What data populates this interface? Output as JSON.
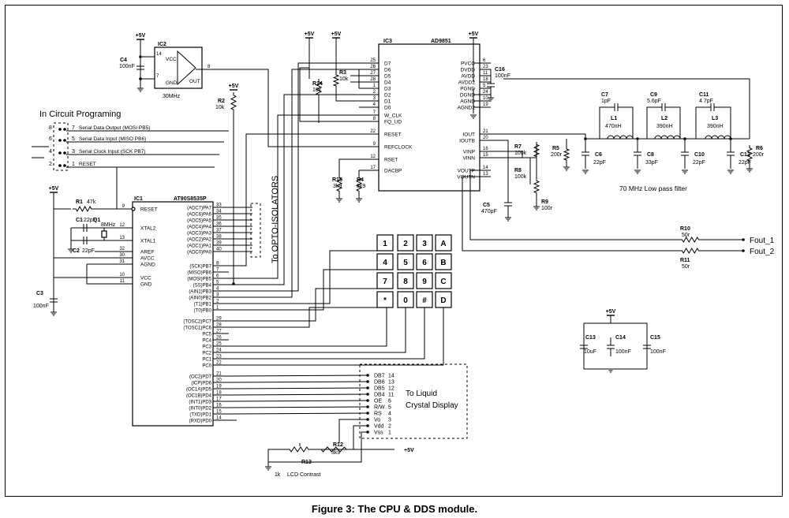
{
  "caption": "Figure 3: The CPU & DDS module.",
  "supply_label": "+5V",
  "ic1": {
    "ref": "IC1",
    "part": "AT90S8535P",
    "left_pins": [
      {
        "name": "RESET",
        "num": "9"
      },
      {
        "name": "XTAL2",
        "num": "12"
      },
      {
        "name": "XTAL1",
        "num": "13"
      },
      {
        "name": "AREF",
        "num": "32"
      },
      {
        "name": "AVCC",
        "num": "30"
      },
      {
        "name": "AGND",
        "num": "31"
      },
      {
        "name": "VCC",
        "num": "10"
      },
      {
        "name": "GND",
        "num": "11"
      }
    ],
    "right_pins": [
      {
        "name": "(ADC7)PA7",
        "num": "33"
      },
      {
        "name": "(ADC6)PA6",
        "num": "34"
      },
      {
        "name": "(ADC5)PA5",
        "num": "35"
      },
      {
        "name": "(ADC4)PA4",
        "num": "36"
      },
      {
        "name": "(ADC3)PA3",
        "num": "37"
      },
      {
        "name": "(ADC2)PA2",
        "num": "38"
      },
      {
        "name": "(ADC1)PA1",
        "num": "39"
      },
      {
        "name": "(ADC0)PA0",
        "num": "40"
      },
      {
        "name": "(SCK)PB7",
        "num": "8"
      },
      {
        "name": "(MISO)PB6",
        "num": "7"
      },
      {
        "name": "(MOSI)PB5",
        "num": "6"
      },
      {
        "name": "(SS)PB4",
        "num": "5"
      },
      {
        "name": "(AIN1)PB3",
        "num": "4"
      },
      {
        "name": "(AIN0)PB2",
        "num": "3"
      },
      {
        "name": "(T1)PB1",
        "num": "2"
      },
      {
        "name": "(T0)PB0",
        "num": "1"
      },
      {
        "name": "(TOSC2)PC7",
        "num": "29"
      },
      {
        "name": "(TOSC1)PC6",
        "num": "28"
      },
      {
        "name": "PC5",
        "num": "27"
      },
      {
        "name": "PC4",
        "num": "26"
      },
      {
        "name": "PC3",
        "num": "25"
      },
      {
        "name": "PC2",
        "num": "24"
      },
      {
        "name": "PC1",
        "num": "23"
      },
      {
        "name": "PC0",
        "num": "22"
      },
      {
        "name": "(OC2)PD7",
        "num": "21"
      },
      {
        "name": "(ICP)PD6",
        "num": "20"
      },
      {
        "name": "(OC1A)PD5",
        "num": "19"
      },
      {
        "name": "(OC1B)PD4",
        "num": "18"
      },
      {
        "name": "(INT1)PD3",
        "num": "17"
      },
      {
        "name": "(INT0)PD2",
        "num": "16"
      },
      {
        "name": "(TXD)PD1",
        "num": "15"
      },
      {
        "name": "(RXD)PD0",
        "num": "14"
      }
    ]
  },
  "ic2": {
    "ref": "IC2",
    "freq": "30MHz",
    "pins": [
      {
        "name": "VCC",
        "num": "14"
      },
      {
        "name": "GND",
        "num": "7"
      },
      {
        "name": "OUT",
        "num": "8"
      }
    ]
  },
  "ic3": {
    "ref": "IC3",
    "part": "AD9851",
    "left_pins": [
      {
        "name": "D7",
        "num": "25"
      },
      {
        "name": "D6",
        "num": "26"
      },
      {
        "name": "D5",
        "num": "27"
      },
      {
        "name": "D4",
        "num": "28"
      },
      {
        "name": "D3",
        "num": "1"
      },
      {
        "name": "D2",
        "num": "2"
      },
      {
        "name": "D1",
        "num": "3"
      },
      {
        "name": "D0",
        "num": "4"
      },
      {
        "name": "W_CLK",
        "num": "7"
      },
      {
        "name": "FQ_UD",
        "num": "8"
      },
      {
        "name": "RESET",
        "num": "22"
      },
      {
        "name": "REFCLOCK",
        "num": "9"
      },
      {
        "name": "RSET",
        "num": "12"
      },
      {
        "name": "DACBP",
        "num": "17"
      }
    ],
    "right_pins": [
      {
        "name": "PVCC",
        "num": "6"
      },
      {
        "name": "DVDD",
        "num": "23"
      },
      {
        "name": "AVDD",
        "num": "11"
      },
      {
        "name": "AVDD2",
        "num": "18"
      },
      {
        "name": "PGND",
        "num": "5"
      },
      {
        "name": "DGND",
        "num": "24"
      },
      {
        "name": "AGND",
        "num": "10"
      },
      {
        "name": "AGND2",
        "num": "19"
      },
      {
        "name": "IOUT",
        "num": "21"
      },
      {
        "name": "IOUTB",
        "num": "20"
      },
      {
        "name": "VINP",
        "num": "16"
      },
      {
        "name": "VINN",
        "num": "15"
      },
      {
        "name": "VOUTP",
        "num": "14"
      },
      {
        "name": "VOUTN",
        "num": "13"
      }
    ]
  },
  "components": [
    {
      "ref": "C4",
      "value": "100nF"
    },
    {
      "ref": "R2",
      "value": "10k"
    },
    {
      "ref": "R14",
      "value": "10k"
    },
    {
      "ref": "R3",
      "value": "10k"
    },
    {
      "ref": "C16",
      "value": "100nF"
    },
    {
      "ref": "R1",
      "value": "47k"
    },
    {
      "ref": "C1",
      "value": "22pF"
    },
    {
      "ref": "Q1",
      "value": "8MHz"
    },
    {
      "ref": "C2",
      "value": "22pF"
    },
    {
      "ref": "C3",
      "value": "100nF"
    },
    {
      "ref": "R15",
      "value": "3k9"
    },
    {
      "ref": "R4",
      "value": "3k9"
    },
    {
      "ref": "R7",
      "value": "100k"
    },
    {
      "ref": "R8",
      "value": "100k"
    },
    {
      "ref": "R9",
      "value": "100r"
    },
    {
      "ref": "C5",
      "value": "470pF"
    },
    {
      "ref": "R5",
      "value": "200r"
    },
    {
      "ref": "C6",
      "value": "22pF"
    },
    {
      "ref": "C7",
      "value": "1pF"
    },
    {
      "ref": "L1",
      "value": "470nH"
    },
    {
      "ref": "C8",
      "value": "33pF"
    },
    {
      "ref": "C9",
      "value": "5.6pF"
    },
    {
      "ref": "L2",
      "value": "390nH"
    },
    {
      "ref": "C10",
      "value": "22pF"
    },
    {
      "ref": "C11",
      "value": "4.7pF"
    },
    {
      "ref": "L3",
      "value": "390nH"
    },
    {
      "ref": "C12",
      "value": "22pF"
    },
    {
      "ref": "R6",
      "value": "200r"
    },
    {
      "ref": "R10",
      "value": "50r"
    },
    {
      "ref": "R11",
      "value": "50r"
    },
    {
      "ref": "C13",
      "value": "10uF"
    },
    {
      "ref": "C14",
      "value": "100nF"
    },
    {
      "ref": "C15",
      "value": "100nF"
    },
    {
      "ref": "R12",
      "value": "3k9"
    },
    {
      "ref": "R13",
      "value": "1k"
    }
  ],
  "lcd_contrast_label": "LCD Contrast",
  "filter_label": "70 MHz Low pass filter",
  "isp": {
    "title": "In Circuit Programing",
    "lines": [
      {
        "label": "Serial Data Output (MOSI PB5)",
        "a": "7",
        "b": "8"
      },
      {
        "label": "Serial Data Input (MISO PB6)",
        "a": "5",
        "b": "6"
      },
      {
        "label": "Serial Clock Input (SCK PB7)",
        "a": "3",
        "b": "4"
      },
      {
        "label": "RESET",
        "a": "1",
        "b": "2"
      }
    ]
  },
  "opto_label": "To OPTO-ISOLATORS",
  "keypad": {
    "keys": [
      "1",
      "2",
      "3",
      "A",
      "4",
      "5",
      "6",
      "B",
      "7",
      "8",
      "9",
      "C",
      "*",
      "0",
      "#",
      "D"
    ]
  },
  "lcd": {
    "title_line1": "To Liquid",
    "title_line2": "Crystal Display",
    "pins": [
      {
        "name": "DB7",
        "num": "14"
      },
      {
        "name": "DB6",
        "num": "13"
      },
      {
        "name": "DB5",
        "num": "12"
      },
      {
        "name": "DB4",
        "num": "11"
      },
      {
        "name": "OE",
        "num": "6"
      },
      {
        "name": "R/W",
        "num": "5"
      },
      {
        "name": "RS",
        "num": "4"
      },
      {
        "name": "Vo",
        "num": "3"
      },
      {
        "name": "Vdd",
        "num": "2"
      },
      {
        "name": "Vss",
        "num": "1"
      }
    ]
  },
  "outputs": [
    {
      "label": "Fout_1"
    },
    {
      "label": "Fout_2"
    }
  ]
}
